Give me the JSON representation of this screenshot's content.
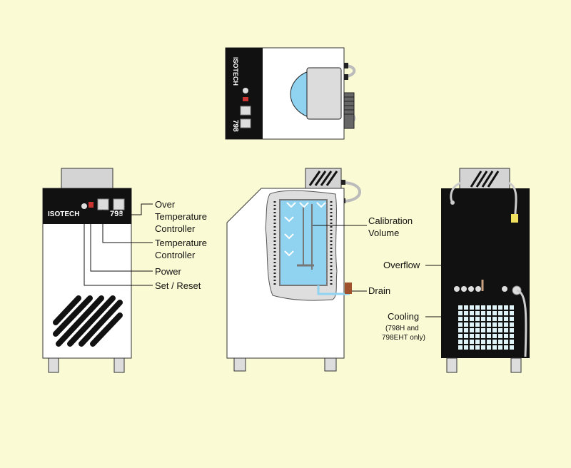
{
  "labels": {
    "over_temp": [
      "Over",
      "Temperature",
      "Controller"
    ],
    "temp_controller": [
      "Temperature",
      "Controller"
    ],
    "power": "Power",
    "set_reset": "Set / Reset",
    "calibration_volume": [
      "Calibration",
      "Volume"
    ],
    "drain": "Drain",
    "overflow": "Overflow",
    "cooling": "Cooling",
    "cooling_note": [
      "(798H and",
      "798EHT only)"
    ]
  },
  "unit": {
    "brand": "ISOTECH",
    "model": "798"
  },
  "colors": {
    "background": "#fafad4",
    "panel": "#111111",
    "body": "#ffffff",
    "liquid": "#8fd3f0"
  }
}
